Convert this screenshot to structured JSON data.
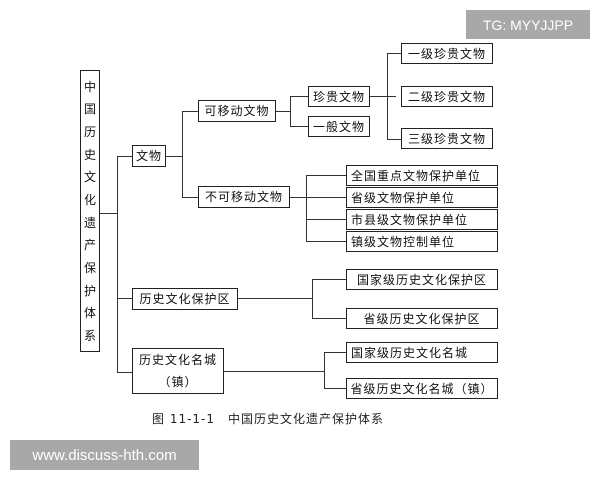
{
  "diagram": {
    "root": "中国历史文化遗产保护体系",
    "root_chars": [
      "中",
      "国",
      "历",
      "史",
      "文",
      "化",
      "遗",
      "产",
      "保",
      "护",
      "体",
      "系"
    ],
    "level1": {
      "cultural_relics": "文物",
      "historic_area": "历史文化保护区",
      "historic_city_line1": "历史文化名城",
      "historic_city_line2": "（镇）"
    },
    "level2": {
      "movable": "可移动文物",
      "immovable": "不可移动文物"
    },
    "movable_children": {
      "precious": "珍贵文物",
      "general": "一般文物"
    },
    "precious_children": [
      "一级珍贵文物",
      "二级珍贵文物",
      "三级珍贵文物"
    ],
    "immovable_children": [
      "全国重点文物保护单位",
      "省级文物保护单位",
      "市县级文物保护单位",
      "镇级文物控制单位"
    ],
    "area_children": [
      "国家级历史文化保护区",
      "省级历史文化保护区"
    ],
    "city_children": [
      "国家级历史文化名城",
      "省级历史文化名城（镇）"
    ],
    "caption": "图 11-1-1　中国历史文化遗产保护体系"
  },
  "watermarks": {
    "top_right": "TG: MYYJJPP",
    "bottom_left": "www.discuss-hth.com"
  }
}
